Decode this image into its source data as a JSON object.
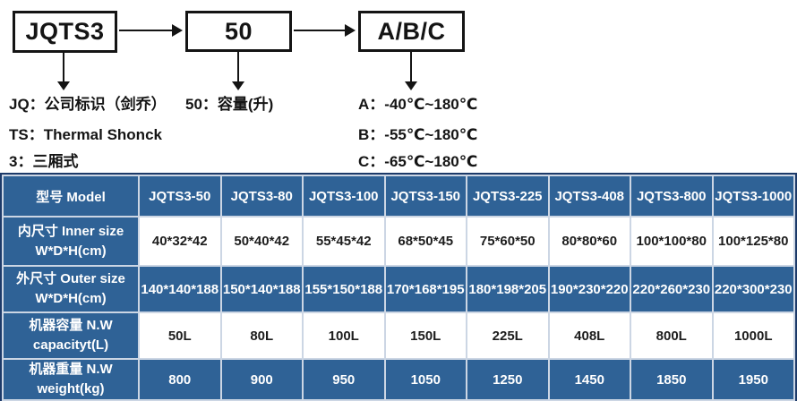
{
  "diagram": {
    "boxes": [
      {
        "label": "JQTS3"
      },
      {
        "label": "50"
      },
      {
        "label": "A/B/C"
      }
    ],
    "notes": {
      "left": [
        "JQ：公司标识（剑乔）",
        "TS：Thermal Shonck",
        "3：三厢式"
      ],
      "middle": [
        "50：容量(升)"
      ],
      "right": [
        "A：-40℃~180℃",
        "B：-55℃~180℃",
        "C：-65℃~180℃"
      ]
    }
  },
  "table": {
    "corner_label": "型号 Model",
    "models": [
      "JQTS3-50",
      "JQTS3-80",
      "JQTS3-100",
      "JQTS3-150",
      "JQTS3-225",
      "JQTS3-408",
      "JQTS3-800",
      "JQTS3-1000"
    ],
    "rows": [
      {
        "label_line1": "内尺寸 Inner size",
        "label_line2": "W*D*H(cm)",
        "data_style": "white",
        "values": [
          "40*32*42",
          "50*40*42",
          "55*45*42",
          "68*50*45",
          "75*60*50",
          "80*80*60",
          "100*100*80",
          "100*125*80"
        ]
      },
      {
        "label_line1": "外尺寸 Outer size",
        "label_line2": "W*D*H(cm)",
        "data_style": "blue",
        "values": [
          "140*140*188",
          "150*140*188",
          "155*150*188",
          "170*168*195",
          "180*198*205",
          "190*230*220",
          "220*260*230",
          "220*300*230"
        ]
      },
      {
        "label_line1": "机器容量 N.W",
        "label_line2": "capacityt(L)",
        "data_style": "white",
        "values": [
          "50L",
          "80L",
          "100L",
          "150L",
          "225L",
          "408L",
          "800L",
          "1000L"
        ]
      },
      {
        "label_line1": "机器重量 N.W",
        "label_line2": "weight(kg)",
        "data_style": "blue",
        "values": [
          "800",
          "900",
          "950",
          "1050",
          "1250",
          "1450",
          "1850",
          "1950"
        ]
      }
    ]
  },
  "colors": {
    "cell_blue": "#2f6296",
    "table_border_dark": "#1c3a69",
    "cell_border_light": "#ccd6e4",
    "box_border": "#141414"
  }
}
